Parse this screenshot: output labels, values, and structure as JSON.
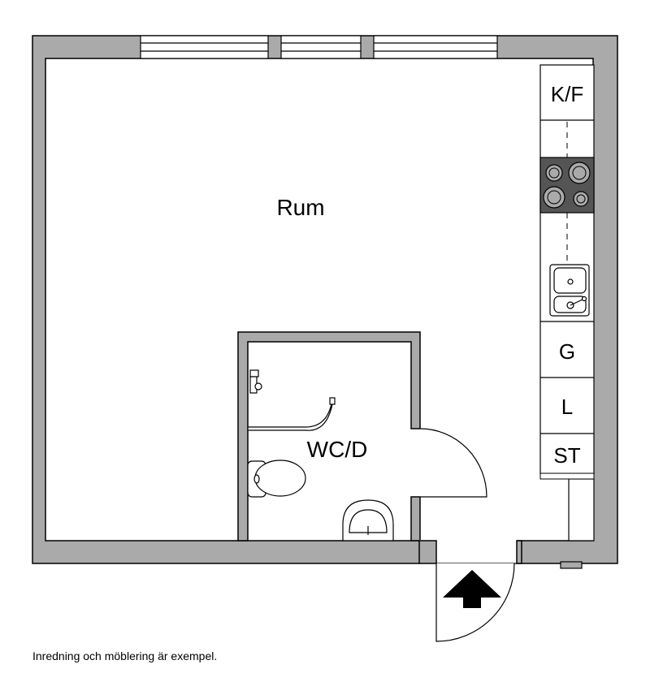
{
  "labels": {
    "room": "Rum",
    "bathroom": "WC/D",
    "fridge_freezer": "K/F",
    "g": "G",
    "l": "L",
    "st": "ST"
  },
  "footnote": "Inredning och möblering är exempel.",
  "icons": {
    "entrance": "entrance-arrow-icon",
    "stove": "stove-icon",
    "sink": "sink-icon",
    "toilet": "toilet-icon",
    "basin": "basin-icon",
    "shower": "shower-icon"
  },
  "colors": {
    "wall": "#aaaaaa",
    "outline": "#000000",
    "stove": "#555555"
  }
}
